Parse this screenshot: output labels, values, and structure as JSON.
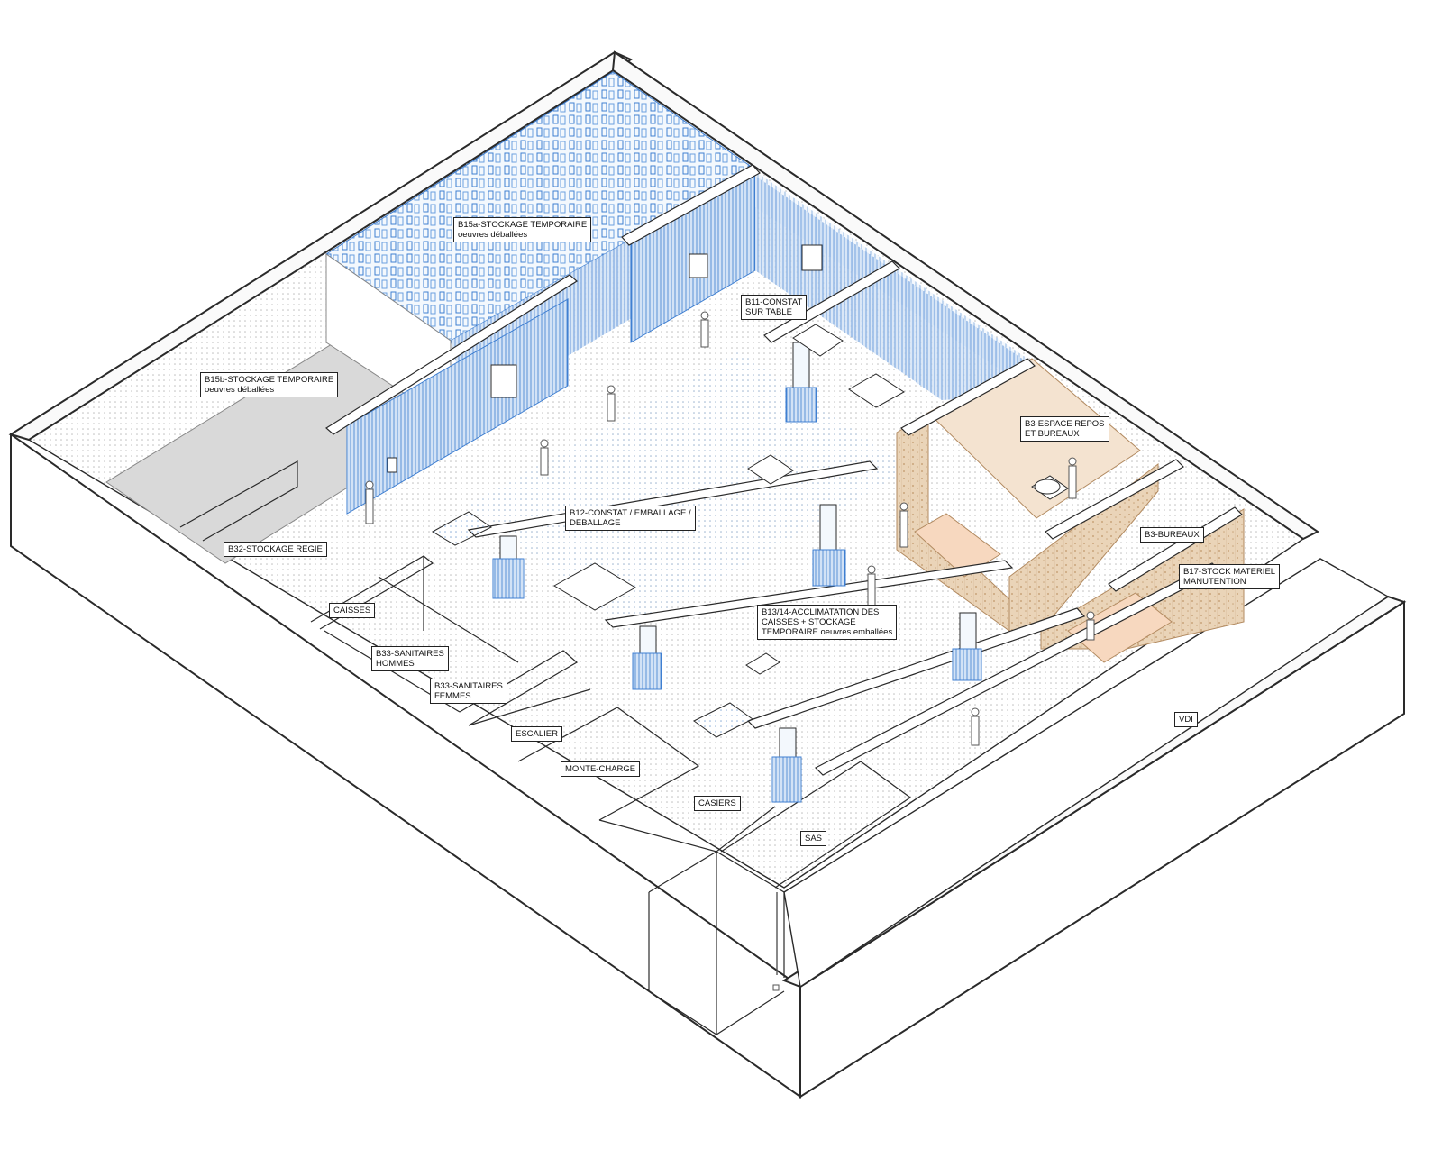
{
  "palette": {
    "line": "#2a2a2a",
    "thin": "#8a8a8a",
    "storage_blue": "#3f7fd1",
    "light_blue": "#a9c9ee",
    "pale_blue": "#e6f0fb",
    "wood": "#e9d2b4",
    "wood_line": "#b28a60",
    "peach": "#f7d8bf",
    "floor_dots": "#c7c7c7",
    "gray_floor": "#dedede"
  },
  "labels": {
    "b15a_1": "B15a-STOCKAGE TEMPORAIRE",
    "b15a_2": "oeuvres déballées",
    "b15b_1": "B15b-STOCKAGE TEMPORAIRE",
    "b15b_2": "oeuvres déballées",
    "b11_1": "B11-CONSTAT",
    "b11_2": "SUR TABLE",
    "b3a_1": "B3-ESPACE REPOS",
    "b3a_2": "ET BUREAUX",
    "b3b": "B3-BUREAUX",
    "b17_1": "B17-STOCK MATERIEL",
    "b17_2": "MANUTENTION",
    "b12_1": "B12-CONSTAT / EMBALLAGE /",
    "b12_2": "DEBALLAGE",
    "b13_1": "B13/14-ACCLIMATATION DES",
    "b13_2": "CAISSES + STOCKAGE",
    "b13_3": "TEMPORAIRE oeuvres emballées",
    "b32": "B32-STOCKAGE REGIE",
    "caisses": "CAISSES",
    "b33h_1": "B33-SANITAIRES",
    "b33h_2": "HOMMES",
    "b33f_1": "B33-SANITAIRES",
    "b33f_2": "FEMMES",
    "escalier": "ESCALIER",
    "monte": "MONTE-CHARGE",
    "casiers": "CASIERS",
    "sas": "SAS",
    "vdi": "VDI"
  }
}
